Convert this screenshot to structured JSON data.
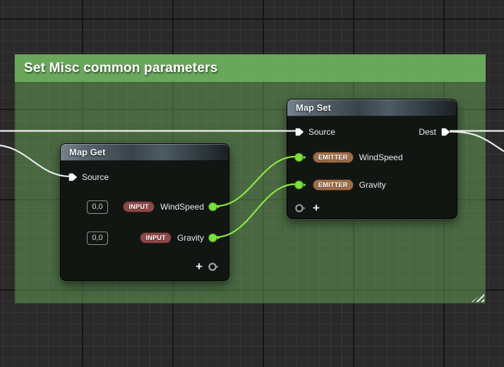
{
  "comment": {
    "title": "Set Misc common parameters"
  },
  "nodes": {
    "map_get": {
      "title": "Map Get",
      "source": {
        "label": "Source"
      },
      "params": [
        {
          "value": "0,0",
          "badge": "INPUT",
          "label": "WindSpeed"
        },
        {
          "value": "0,0",
          "badge": "INPUT",
          "label": "Gravity"
        }
      ]
    },
    "map_set": {
      "title": "Map Set",
      "source": {
        "label": "Source"
      },
      "dest": {
        "label": "Dest"
      },
      "params": [
        {
          "badge": "EMITTER",
          "label": "WindSpeed"
        },
        {
          "badge": "EMITTER",
          "label": "Gravity"
        }
      ]
    }
  },
  "icons": {
    "add_pin": "+"
  },
  "colors": {
    "background": "#2a2a2a",
    "grid_minor": "#363636",
    "grid_major": "#151515",
    "comment_green": "#6cad5e",
    "exec_wire": "#ededed",
    "param_wire": "#8ce443",
    "param_pin": "#7de039",
    "badge_input": "#8d4848",
    "badge_emitter": "#9d6e49",
    "node_body": "#0e110f"
  }
}
